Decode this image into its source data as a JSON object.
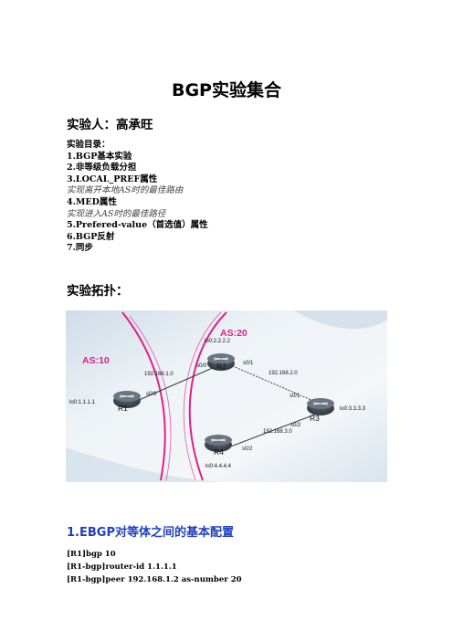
{
  "title": "BGP实验集合",
  "experimenter": "实验人：高承旺",
  "toc": {
    "heading": "实验目录：",
    "items": [
      {
        "text": "1.BGP基本实验",
        "style": "b"
      },
      {
        "text": "2.非等级负载分担",
        "style": "b"
      },
      {
        "text": "3.LOCAL_PREF属性",
        "style": "b"
      },
      {
        "text": "实现离开本地AS时的最佳路由",
        "style": "note"
      },
      {
        "text": "4.MED属性",
        "style": "b"
      },
      {
        "text": "实现进入AS时的最佳路径",
        "style": "note"
      },
      {
        "text": "5.Prefered-value（首选值）属性",
        "style": "b"
      },
      {
        "text": "6.BGP反射",
        "style": "b"
      },
      {
        "text": "7.同步",
        "style": "b"
      }
    ]
  },
  "topology_title": "实验拓扑：",
  "diagram": {
    "colors": {
      "as_label": "#e0208a",
      "boundary": "#e0208a",
      "link": "#3c3c3c",
      "text": "#111111"
    },
    "as10": "AS:10",
    "as20": "AS:20",
    "routers": {
      "r1": "R1",
      "r2": "R2",
      "r3": "R3",
      "r4": "R4"
    },
    "loopbacks": {
      "r1": "lo0:1.1.1.1",
      "r2": "lo0:2.2.2.2",
      "r3": "lo0:3.3.3.3",
      "r4": "lo0:4.4.4.4"
    },
    "networks": {
      "r1_r2": "192.168.1.0",
      "r2_r3": "192.168.2.0",
      "r3_r4": "192.168.3.0"
    },
    "interfaces": {
      "r1_s00": "s0/0",
      "r2_s00": "s0/0",
      "r2_s01": "s0/1",
      "r3_s01": "s0/1",
      "r3_s02": "s0/2",
      "r4_s02": "s0/2"
    }
  },
  "section_title": "1.EBGP对等体之间的基本配置",
  "commands": [
    "[R1]bgp 10",
    "[R1-bgp]router-id 1.1.1.1",
    "[R1-bgp]peer 192.168.1.2 as-number 20"
  ]
}
